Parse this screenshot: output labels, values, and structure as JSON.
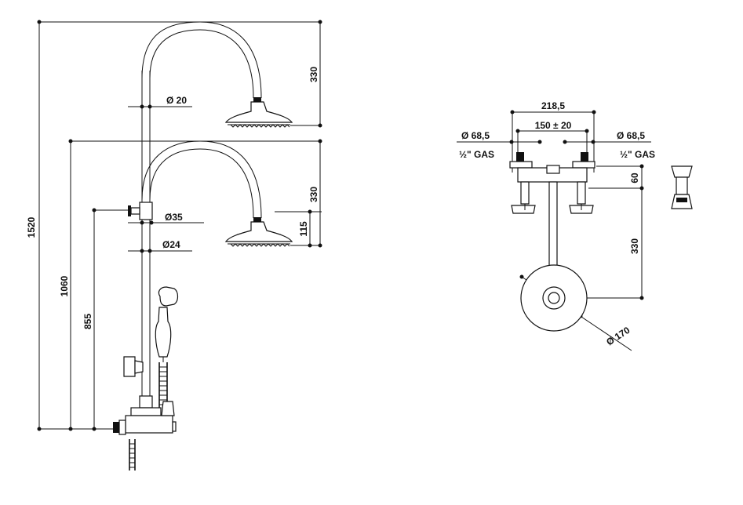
{
  "drawing": {
    "side_view": {
      "total_height": "1520",
      "upper_arm_height": "330",
      "pipe_diameter": "Ø 20",
      "lower_arm_height": "330",
      "mixer_height": "1060",
      "tap_height": "855",
      "bracket_diameter": "Ø35",
      "head_height": "115",
      "lower_pipe_diameter": "Ø24"
    },
    "front_view": {
      "width_outer": "218,5",
      "centres": "150 ± 20",
      "left_flange": "Ø 68,5",
      "right_flange": "Ø 68,5",
      "left_thread": "½\" GAS",
      "right_thread": "½\" GAS",
      "body_offset": "60",
      "arm_length": "330",
      "rosette_diameter": "Ø 170"
    }
  }
}
